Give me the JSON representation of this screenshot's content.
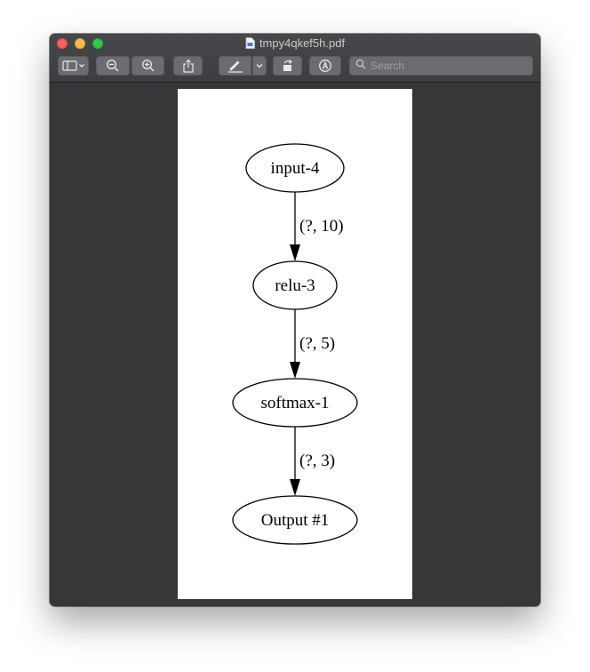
{
  "window": {
    "title": "tmpy4qkef5h.pdf"
  },
  "toolbar": {
    "search_placeholder": "Search"
  },
  "diagram": {
    "nodes": [
      {
        "id": "n0",
        "label": "input-4"
      },
      {
        "id": "n1",
        "label": "relu-3"
      },
      {
        "id": "n2",
        "label": "softmax-1"
      },
      {
        "id": "n3",
        "label": "Output #1"
      }
    ],
    "edges": [
      {
        "from": "n0",
        "to": "n1",
        "label": "(?, 10)"
      },
      {
        "from": "n1",
        "to": "n2",
        "label": "(?, 5)"
      },
      {
        "from": "n2",
        "to": "n3",
        "label": "(?, 3)"
      }
    ]
  }
}
